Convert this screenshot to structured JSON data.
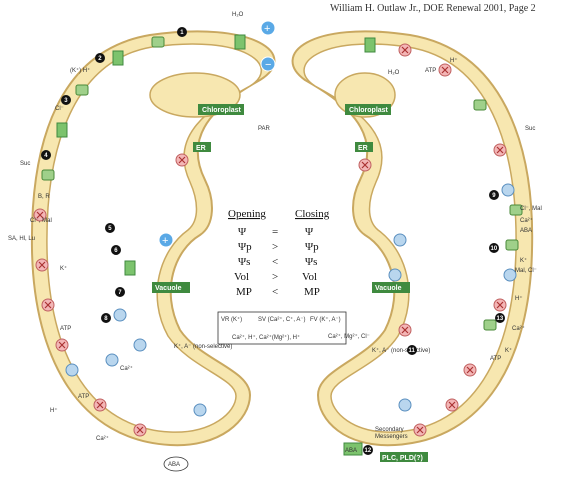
{
  "header": "William H. Outlaw Jr., DOE Renewal 2001, Page 2",
  "labels": {
    "chloroplast_left": "Chloroplast",
    "chloroplast_right": "Chloroplast",
    "er_left": "ER",
    "er_right": "ER",
    "vacuole_left": "Vacuole",
    "vacuole_right": "Vacuole",
    "par": "PAR",
    "aba_left": "ABA",
    "aba_right": "ABA",
    "secondary": "Secondary",
    "messengers": "Messengers",
    "plc": "PLC, PLD(?)",
    "h2o_top": "H₂O",
    "plus": "+",
    "minus": "−",
    "vr": "VR (K⁺)",
    "sv": "SV (Ca²⁺, C⁺, A⁻)",
    "fv": "FV (K⁺, A⁻)",
    "vac_ions": "Ca²⁺, H⁺, Ca²⁺(Mg²⁺), H⁺",
    "vac_ions2": "Ca²⁺, Mg²⁺, Cl⁻",
    "nonsel_left": "K⁺, A⁻ (non-selective)",
    "nonsel_right": "K⁺, A⁻ (non-selective)"
  },
  "table": {
    "head": [
      "Opening",
      "",
      "Closing"
    ],
    "rows": [
      [
        "Ψ",
        "=",
        "Ψ"
      ],
      [
        "Ψp",
        ">",
        "Ψp"
      ],
      [
        "Ψs",
        "<",
        "Ψs"
      ],
      [
        "Vol",
        ">",
        "Vol"
      ],
      [
        "MP",
        "<",
        "MP"
      ]
    ]
  },
  "left_ions": [
    "(K⁺) H⁺",
    "Cl⁻",
    "Suc",
    "B, R",
    "Cl⁻, Mal",
    "SA, Hl, Lu",
    "K⁺",
    "ATP",
    "H⁺",
    "Ca²⁺",
    "ATP",
    "Ca²⁺"
  ],
  "right_ions": [
    "H⁺",
    "ATP",
    "H₂O",
    "Suc",
    "Cl⁻, Mal",
    "Ca²⁺",
    "ABA",
    "K⁺",
    "Mal, Cl⁻",
    "H⁺",
    "Ca²⁺",
    "K⁺",
    "ATP"
  ],
  "numbers": [
    "1",
    "2",
    "3",
    "4",
    "5",
    "6",
    "7",
    "8",
    "9",
    "10",
    "11",
    "12",
    "13"
  ]
}
